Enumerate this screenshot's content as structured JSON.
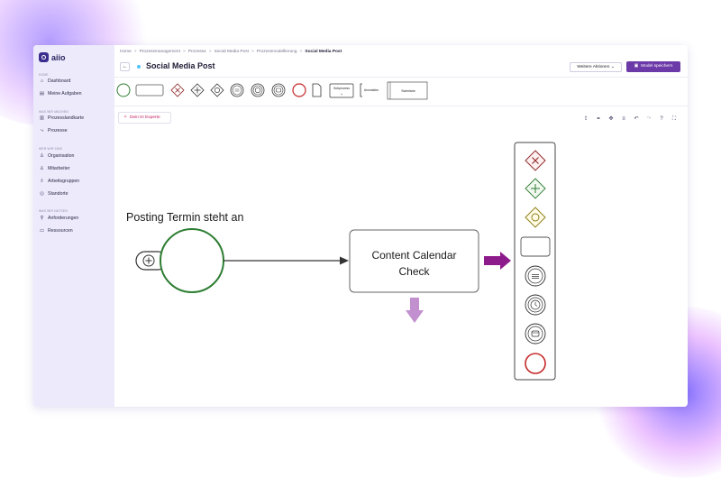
{
  "app": {
    "logo_text": "aiio"
  },
  "sidebar": {
    "sections": [
      {
        "label": "HOME",
        "items": [
          {
            "label": "Dashboard",
            "icon": "home-icon"
          },
          {
            "label": "Meine Aufgaben",
            "icon": "clipboard-icon"
          }
        ]
      },
      {
        "label": "WAS WIR MACHEN",
        "items": [
          {
            "label": "Prozesslandkarte",
            "icon": "map-icon"
          },
          {
            "label": "Prozesse",
            "icon": "process-icon"
          }
        ]
      },
      {
        "label": "WER WIR SIND",
        "items": [
          {
            "label": "Organisation",
            "icon": "org-icon"
          },
          {
            "label": "Mitarbeiter",
            "icon": "user-icon"
          },
          {
            "label": "Arbeitsgruppen",
            "icon": "group-icon"
          },
          {
            "label": "Standorte",
            "icon": "location-icon"
          }
        ]
      },
      {
        "label": "WAS WIR NUTZEN",
        "items": [
          {
            "label": "Anforderungen",
            "icon": "requirements-icon"
          },
          {
            "label": "Ressourcen",
            "icon": "resources-icon"
          }
        ]
      }
    ]
  },
  "breadcrumb": [
    "Home",
    "Prozessmanagement",
    "Prozesse",
    "Social Media Post",
    "Prozessmodellierung",
    "Social Media Post"
  ],
  "header": {
    "title": "Social Media Post",
    "more_actions": "Weitere Aktionen",
    "save": "Model speichern"
  },
  "palette": {
    "subprocess_label": "Subprocess",
    "annotation_label": "Annotation",
    "swimlane_label": "Swimlane"
  },
  "ki_button": "Dein KI Experte",
  "diagram": {
    "start_event_label": "Posting Termin steht an",
    "task_label_line1": "Content Calendar",
    "task_label_line2": "Check"
  },
  "colors": {
    "accent": "#6c3aa8",
    "start_event": "#2e7d32",
    "arrow_primary": "#8e1b8c",
    "arrow_secondary": "#c28fcf",
    "end_event": "#c62828",
    "gateway_exclusive": "#8b1f1f",
    "gateway_parallel": "#2e7d32",
    "gateway_inclusive": "#8a7a10"
  }
}
